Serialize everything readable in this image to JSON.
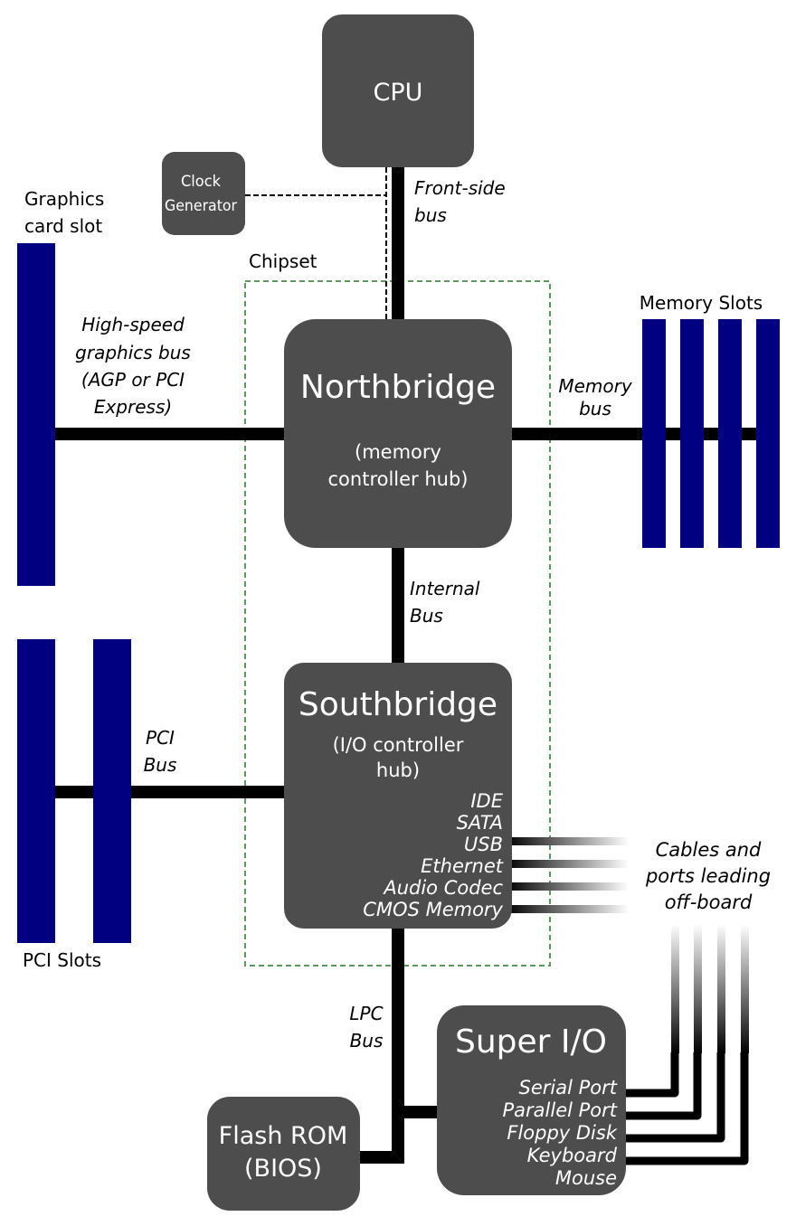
{
  "colors": {
    "component": "#4d4d4d",
    "slot": "#000080",
    "chipset_border": "#5a9a5a",
    "bus": "#000000"
  },
  "cpu": {
    "label": "CPU"
  },
  "clock": {
    "line1": "Clock",
    "line2": "Generator"
  },
  "fsb": {
    "line1": "Front-side",
    "line2": "bus"
  },
  "graphics_slot": {
    "line1": "Graphics",
    "line2": "card slot"
  },
  "graphics_bus": {
    "lines": [
      "High-speed",
      "graphics bus",
      "(AGP or PCI",
      "Express)"
    ]
  },
  "chipset": {
    "label": "Chipset"
  },
  "northbridge": {
    "title": "Northbridge",
    "sub1": "(memory",
    "sub2": "controller hub)"
  },
  "memory": {
    "slots_label": "Memory Slots",
    "bus1": "Memory",
    "bus2": "bus"
  },
  "internal_bus": {
    "line1": "Internal",
    "line2": "Bus"
  },
  "southbridge": {
    "title": "Southbridge",
    "sub1": "(I/O controller",
    "sub2": "hub)",
    "items": [
      "IDE",
      "SATA",
      "USB",
      "Ethernet",
      "Audio Codec",
      "CMOS Memory"
    ]
  },
  "pci": {
    "bus1": "PCI",
    "bus2": "Bus",
    "slots_label": "PCI Slots"
  },
  "cables": {
    "lines": [
      "Cables and",
      "ports leading",
      "off-board"
    ]
  },
  "lpc": {
    "line1": "LPC",
    "line2": "Bus"
  },
  "superio": {
    "title": "Super I/O",
    "items": [
      "Serial Port",
      "Parallel Port",
      "Floppy Disk",
      "Keyboard",
      "Mouse"
    ]
  },
  "flash": {
    "line1": "Flash ROM",
    "line2": "(BIOS)"
  }
}
